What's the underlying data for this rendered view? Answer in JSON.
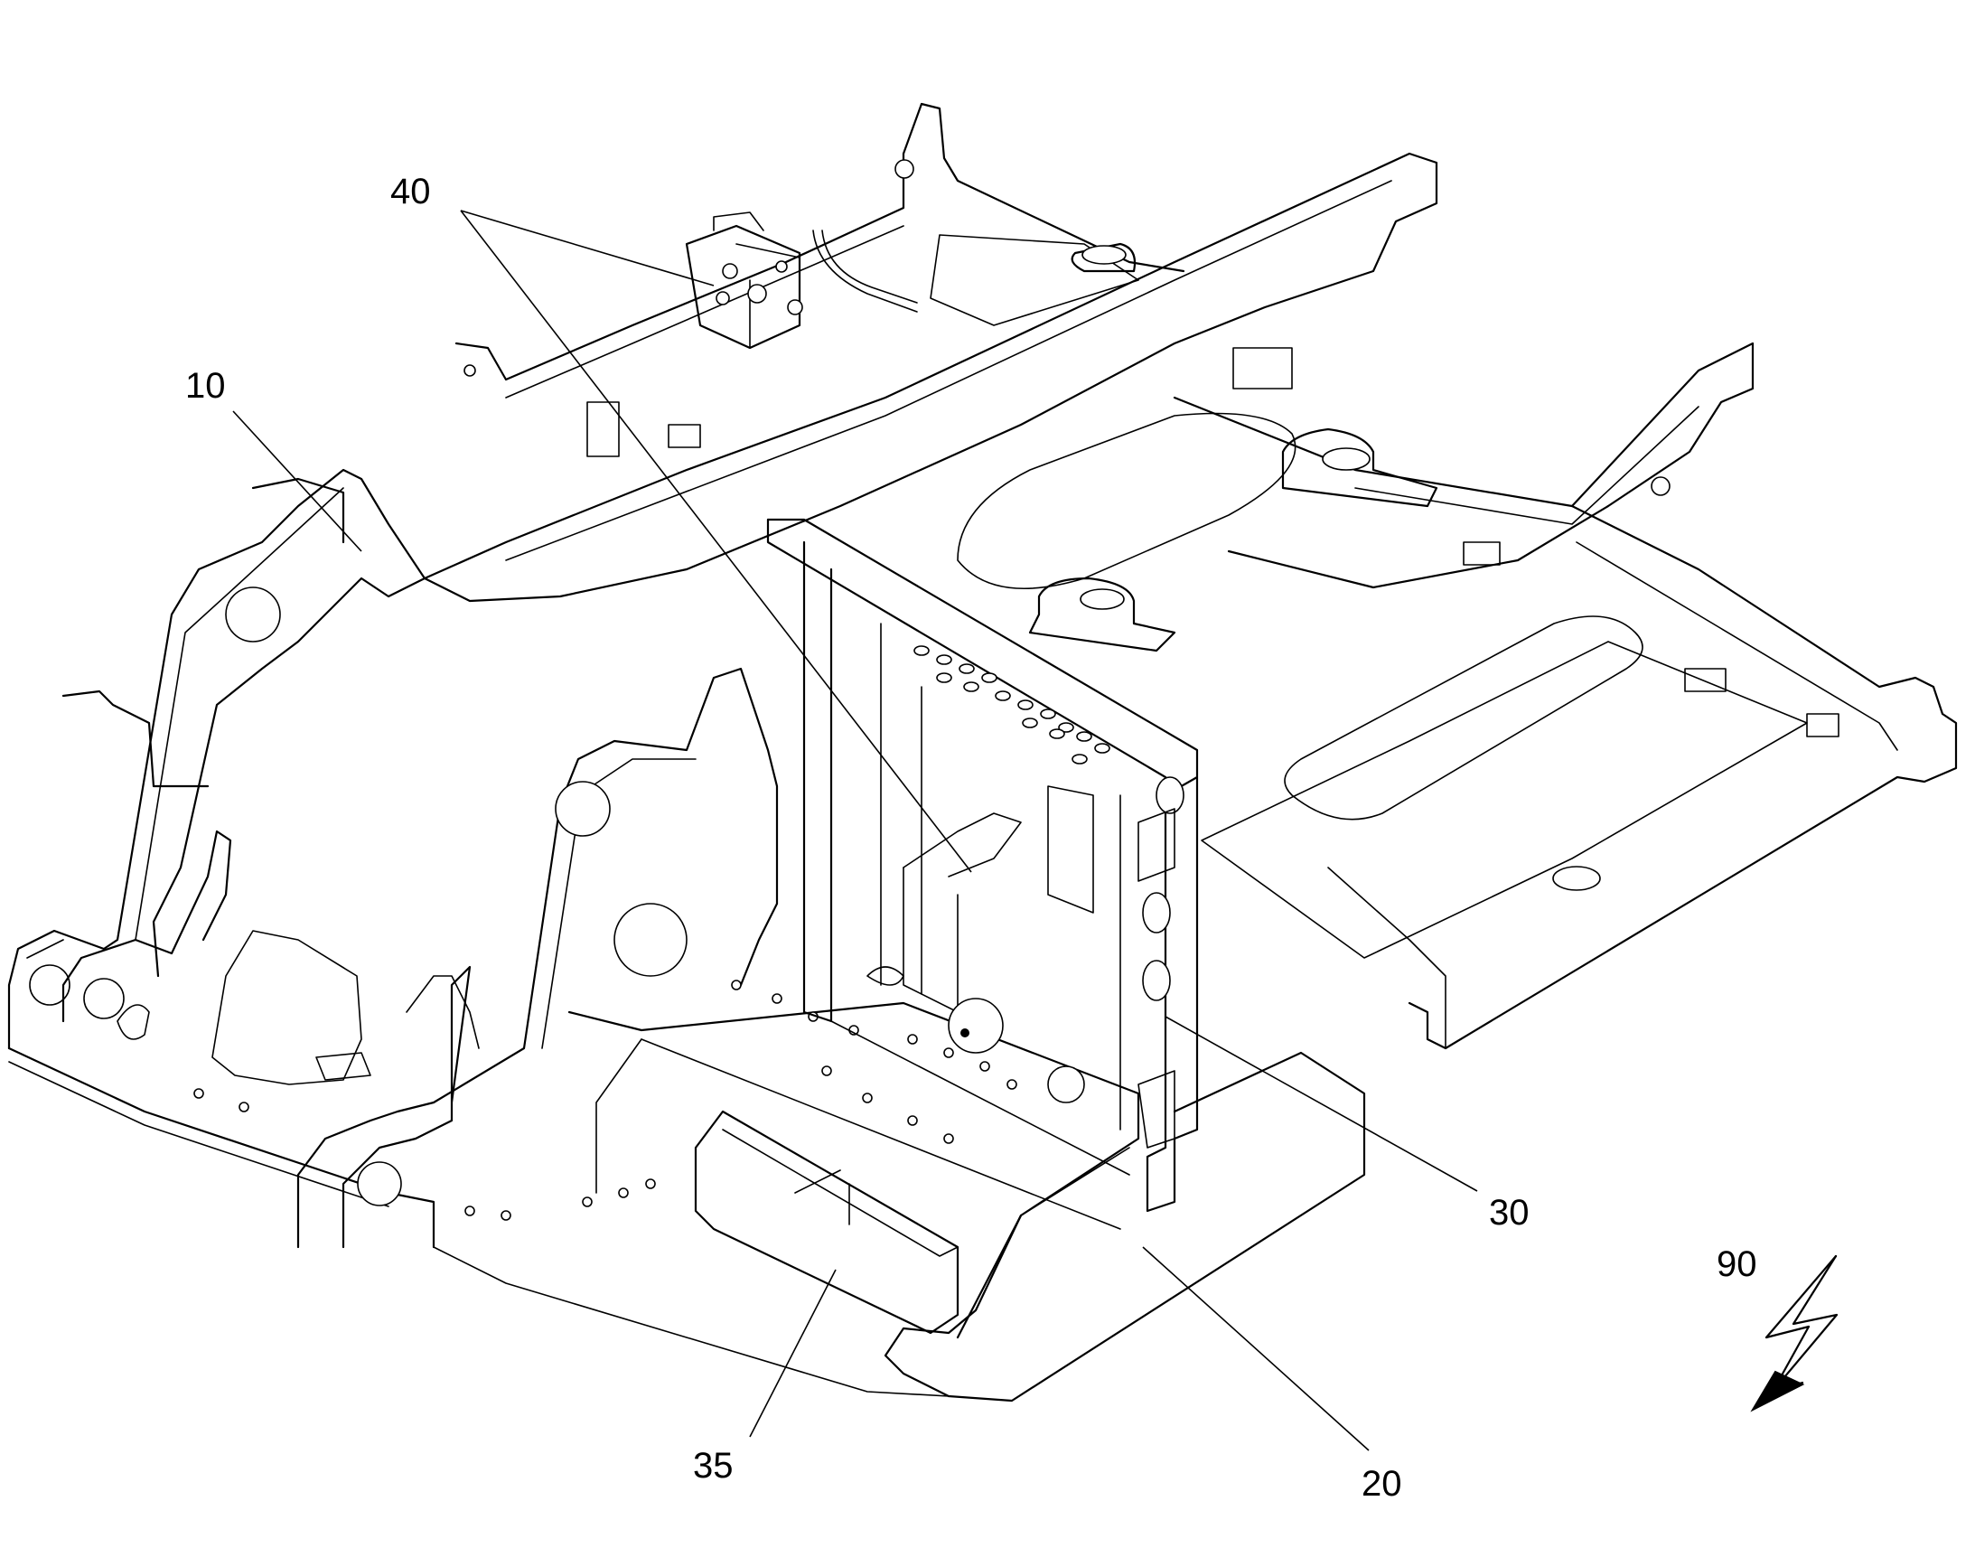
{
  "callouts": [
    {
      "id": "10",
      "label": "10"
    },
    {
      "id": "20",
      "label": "20"
    },
    {
      "id": "30",
      "label": "30"
    },
    {
      "id": "35",
      "label": "35"
    },
    {
      "id": "40",
      "label": "40"
    },
    {
      "id": "90",
      "label": "90"
    }
  ],
  "symbols": {
    "lightning": "lightning-bolt-arrow-icon"
  }
}
